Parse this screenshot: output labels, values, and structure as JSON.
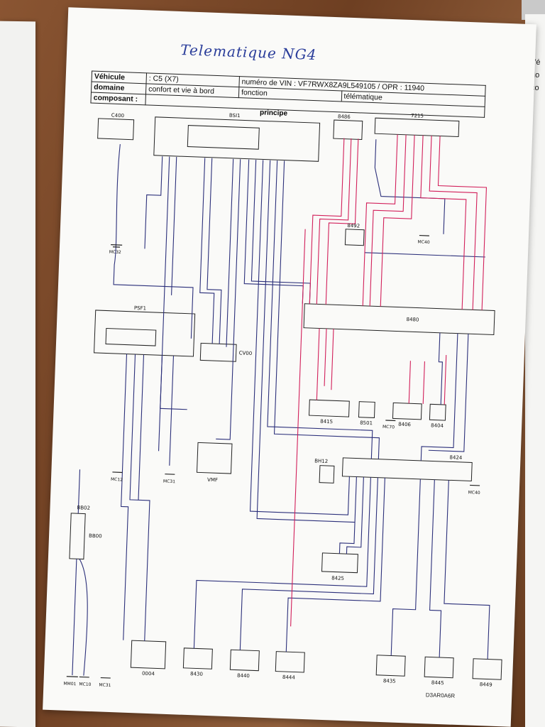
{
  "handwritten_title": "Telematique NG4",
  "header": {
    "vehicule_label": "Véhicule",
    "vehicule_value": ": C5 (X7)",
    "vin": "numéro de VIN : VF7RWX8ZA9L549105 / OPR : 11940",
    "domaine_label": "domaine",
    "domaine_value": "confort et vie à bord",
    "fonction_label": "fonction",
    "fonction_value": "télématique",
    "composant_label": "composant :"
  },
  "section_title": "principe",
  "components": {
    "c400": "C400",
    "bsi1": "BSI1",
    "psf1": "PSF1",
    "cv00": "CV00",
    "vmf": "VMF",
    "bb00": "BB00",
    "bb02": "BB02",
    "bh12": "BH12",
    "c8486": "8486",
    "c7215": "7215",
    "c8492": "8492",
    "c8480": "8480",
    "c8415": "8415",
    "c8501": "8501",
    "c8406": "8406",
    "c8404": "8404",
    "c8424": "8424",
    "c8425": "8425",
    "c0004": "0004",
    "c8430": "8430",
    "c8440": "8440",
    "c8444": "8444",
    "c8435": "8435",
    "c8445": "8445",
    "c8449": "8449"
  },
  "grounds": {
    "mc32": "MC32",
    "mc40": "MC40",
    "mc12": "MC12",
    "mc31": "MC31",
    "mc70": "MC70",
    "mc40b": "MC40",
    "mm01": "MM01",
    "mc10": "MC10",
    "mc31b": "MC31"
  },
  "footer_code": "D3AR0A6R",
  "right_sheet_fragments": [
    "Vé",
    "do",
    "co"
  ],
  "colors": {
    "wire_blue": "#2b2f7a",
    "wire_red": "#d21f5a",
    "ink": "#111111",
    "hand_ink": "#2a3d9a"
  }
}
